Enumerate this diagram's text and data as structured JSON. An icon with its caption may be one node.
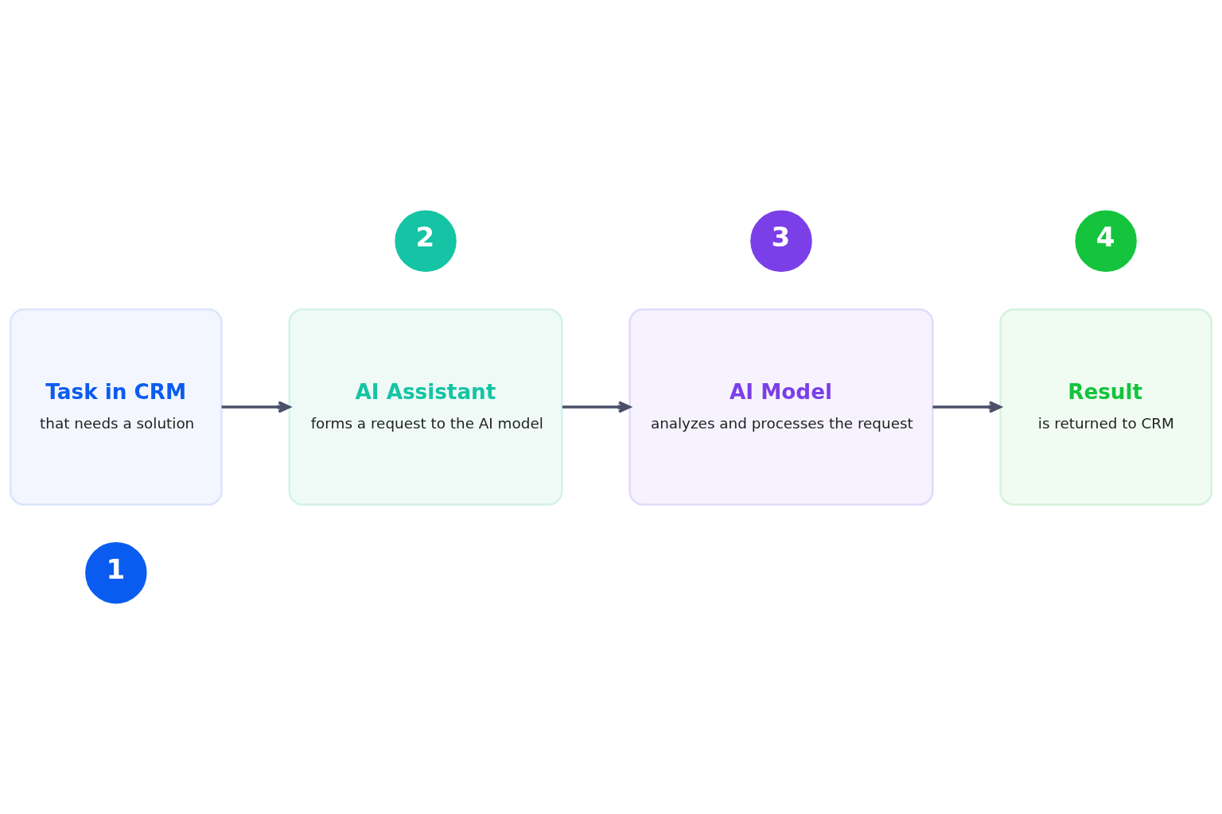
{
  "diagram": {
    "nodes": [
      {
        "text": [
          "1"
        ]
      },
      {
        "text": [
          "Task in CRM",
          "that needs a solution"
        ]
      },
      {
        "text": [
          "2"
        ]
      },
      {
        "text": [
          "AI Assistant",
          "forms a request to the AI model"
        ]
      },
      {
        "text": [
          "3"
        ]
      },
      {
        "text": [
          "AI Model",
          "analyzes and processes the request"
        ]
      },
      {
        "text": [
          "4"
        ]
      },
      {
        "text": [
          "Result",
          "is returned to CRM"
        ]
      }
    ],
    "edges": [
      {
        "from": 1,
        "to": 3,
        "arrow": "to"
      },
      {
        "from": 3,
        "to": 5,
        "arrow": "to"
      },
      {
        "from": 5,
        "to": 7,
        "arrow": "to"
      }
    ]
  }
}
